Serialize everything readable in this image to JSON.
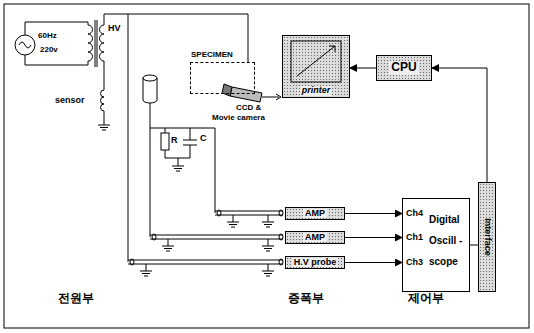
{
  "diagram": {
    "nodes": [
      {
        "text": [
          "SPECIMEN"
        ]
      },
      {
        "text": [
          "printer"
        ]
      },
      {
        "text": [
          "CPU"
        ]
      },
      {
        "text": [
          "AMP"
        ]
      },
      {
        "text": [
          "AMP"
        ]
      },
      {
        "text": [
          "H.V probe"
        ]
      },
      {
        "text": [
          "Ch4",
          "Ch1",
          "Ch3",
          "Digital Oscill -scope"
        ]
      },
      {
        "text": [
          "Interface"
        ]
      }
    ],
    "edges": [
      {
        "from": 2,
        "to": 1,
        "arrow": "to"
      },
      {
        "from": 3,
        "to": 6,
        "arrow": "to"
      },
      {
        "from": 4,
        "to": 6,
        "arrow": "to"
      },
      {
        "from": 5,
        "to": 6,
        "arrow": "to"
      },
      {
        "from": 6,
        "to": 7,
        "arrow": "none"
      },
      {
        "from": 7,
        "to": 2,
        "arrow": "to"
      }
    ],
    "labels": [
      "60Hz",
      "220v",
      "HV",
      "sensor",
      "R",
      "C",
      "CCD &",
      "Movie camera",
      "전원부",
      "증폭부",
      "제어부"
    ]
  }
}
